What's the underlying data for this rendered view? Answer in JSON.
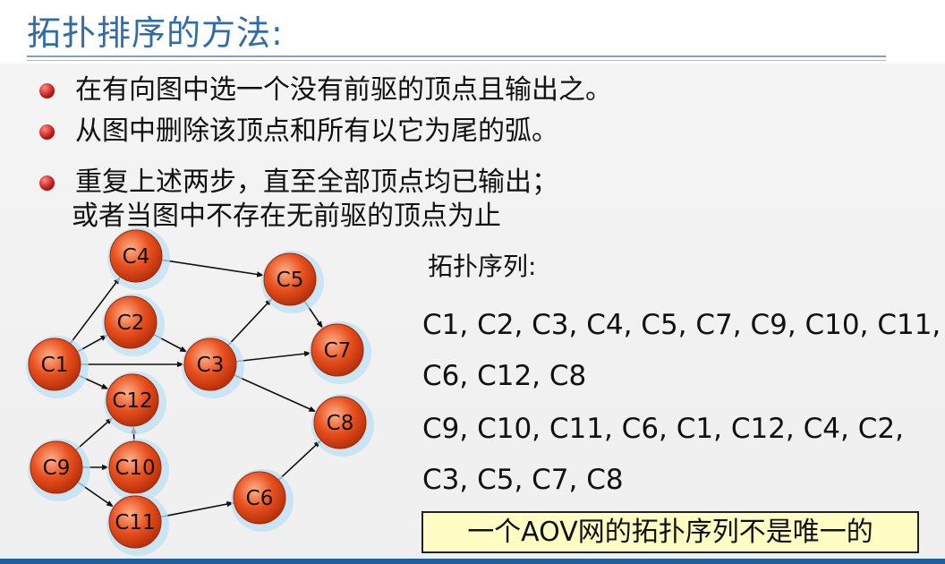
{
  "title": "拓扑排序的方法:",
  "bullets": [
    "在有向图中选一个没有前驱的顶点且输出之。",
    "从图中删除该顶点和所有以它为尾的弧。",
    "重复上述两步，直至全部顶点均已输出；",
    "或者当图中不存在无前驱的顶点为止"
  ],
  "graph": {
    "nodes": [
      "C1",
      "C2",
      "C3",
      "C4",
      "C5",
      "C6",
      "C7",
      "C8",
      "C9",
      "C10",
      "C11",
      "C12"
    ],
    "edges": [
      [
        "C1",
        "C4"
      ],
      [
        "C1",
        "C2"
      ],
      [
        "C1",
        "C3"
      ],
      [
        "C1",
        "C12"
      ],
      [
        "C2",
        "C3"
      ],
      [
        "C4",
        "C5"
      ],
      [
        "C3",
        "C5"
      ],
      [
        "C3",
        "C7"
      ],
      [
        "C3",
        "C8"
      ],
      [
        "C5",
        "C7"
      ],
      [
        "C9",
        "C12"
      ],
      [
        "C9",
        "C10"
      ],
      [
        "C9",
        "C11"
      ],
      [
        "C10",
        "C12"
      ],
      [
        "C11",
        "C6"
      ],
      [
        "C6",
        "C8"
      ]
    ]
  },
  "sequence_label": "拓扑序列:",
  "sequences": [
    "C1, C2, C3, C4, C5, C7, C9, C10,  C11,",
    "C6, C12, C8",
    "C9, C10, C11, C6, C1, C12, C4, C2,",
    "C3, C5, C7, C8"
  ],
  "note": "一个AOV网的拓扑序列不是唯一的",
  "colors": {
    "title": "#2f6ca8",
    "node_fill": "#e8501e",
    "node_halo": "#bfe0f2",
    "bullet": "#c0161a",
    "note_bg": "#fffcc4"
  }
}
